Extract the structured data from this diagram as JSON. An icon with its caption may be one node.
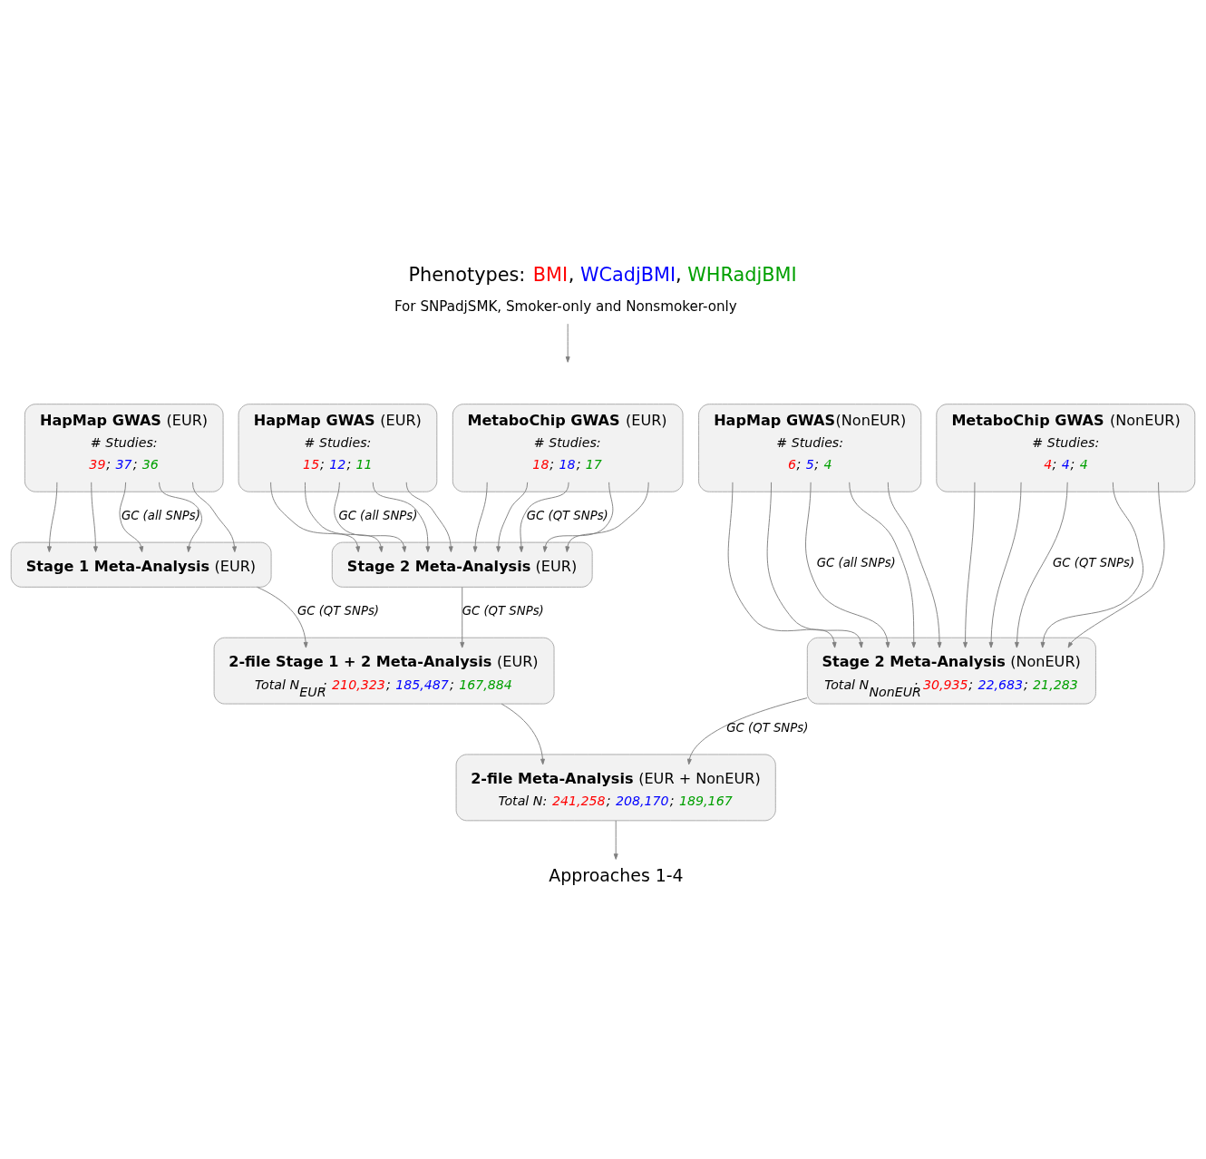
{
  "diagram": {
    "title": "Phenotypes: BMI, WCadjBMI, WHRadjBMI",
    "nodes": [
      {
        "text": [
          "For SNPadjSMK, Smoker-only and Nonsmoker-only"
        ]
      },
      {
        "text": [
          "**HapMap GWAS** (EUR)",
          "# Studies:",
          "39; 37; 36"
        ]
      },
      {
        "text": [
          "**HapMap GWAS** (EUR)",
          "# Studies:",
          "15; 12; 11"
        ]
      },
      {
        "text": [
          "**MetaboChip GWAS** (EUR)",
          "# Studies:",
          "18; 18; 17"
        ]
      },
      {
        "text": [
          "**HapMap GWAS**(NonEUR)",
          "# Studies:",
          "6; 5; 4"
        ]
      },
      {
        "text": [
          "**MetaboChip GWAS** (NonEUR)",
          "# Studies:",
          "4; 4; 4"
        ]
      },
      {
        "text": [
          "**Stage 1 Meta-Analysis** (EUR)"
        ]
      },
      {
        "text": [
          "**Stage 2 Meta-Analysis** (EUR)"
        ]
      },
      {
        "text": [
          "**2-file Stage 1 + 2 Meta-Analysis** (EUR)",
          "Total N$_{EUR}$: 210,323; 185,487; 167,884"
        ]
      },
      {
        "text": [
          "**Stage 2 Meta-Analysis** (NonEUR)",
          "Total N$_{NonEUR}$: 30,935; 22,683; 21,283"
        ]
      },
      {
        "text": [
          "**2-file Meta-Analysis** (EUR + NonEUR)",
          "Total N: 241,258; 208,170; 189,167"
        ]
      },
      {
        "text": [
          "Approaches 1-4"
        ]
      }
    ],
    "edges": [
      {
        "from": 0,
        "to": null,
        "arrow": "to"
      },
      {
        "from": 1,
        "to": 6,
        "arrow": "to"
      },
      {
        "from": 1,
        "to": 6,
        "arrow": "to"
      },
      {
        "from": 1,
        "to": 6,
        "arrow": "to",
        "label": "GC (all SNPs)"
      },
      {
        "from": 1,
        "to": 6,
        "arrow": "to"
      },
      {
        "from": 1,
        "to": 6,
        "arrow": "to"
      },
      {
        "from": 2,
        "to": 7,
        "arrow": "to"
      },
      {
        "from": 2,
        "to": 7,
        "arrow": "to"
      },
      {
        "from": 2,
        "to": 7,
        "arrow": "to",
        "label": "GC (all SNPs)"
      },
      {
        "from": 2,
        "to": 7,
        "arrow": "to"
      },
      {
        "from": 2,
        "to": 7,
        "arrow": "to"
      },
      {
        "from": 3,
        "to": 7,
        "arrow": "to"
      },
      {
        "from": 3,
        "to": 7,
        "arrow": "to"
      },
      {
        "from": 3,
        "to": 7,
        "arrow": "to",
        "label": "GC (QT SNPs)"
      },
      {
        "from": 3,
        "to": 7,
        "arrow": "to"
      },
      {
        "from": 3,
        "to": 7,
        "arrow": "to"
      },
      {
        "from": 4,
        "to": 9,
        "arrow": "to"
      },
      {
        "from": 4,
        "to": 9,
        "arrow": "to"
      },
      {
        "from": 4,
        "to": 9,
        "arrow": "to",
        "label": "GC (all SNPs)"
      },
      {
        "from": 4,
        "to": 9,
        "arrow": "to"
      },
      {
        "from": 4,
        "to": 9,
        "arrow": "to"
      },
      {
        "from": 5,
        "to": 9,
        "arrow": "to"
      },
      {
        "from": 5,
        "to": 9,
        "arrow": "to"
      },
      {
        "from": 5,
        "to": 9,
        "arrow": "to",
        "label": "GC (QT SNPs)"
      },
      {
        "from": 5,
        "to": 9,
        "arrow": "to"
      },
      {
        "from": 5,
        "to": 9,
        "arrow": "to"
      },
      {
        "from": 6,
        "to": 8,
        "arrow": "to",
        "label": "GC (QT SNPs)"
      },
      {
        "from": 7,
        "to": 8,
        "arrow": "to",
        "label": "GC (QT SNPs)"
      },
      {
        "from": 8,
        "to": 10,
        "arrow": "to"
      },
      {
        "from": 9,
        "to": 10,
        "arrow": "to",
        "label": "GC (QT SNPs)"
      },
      {
        "from": 10,
        "to": 11,
        "arrow": "to"
      }
    ]
  }
}
